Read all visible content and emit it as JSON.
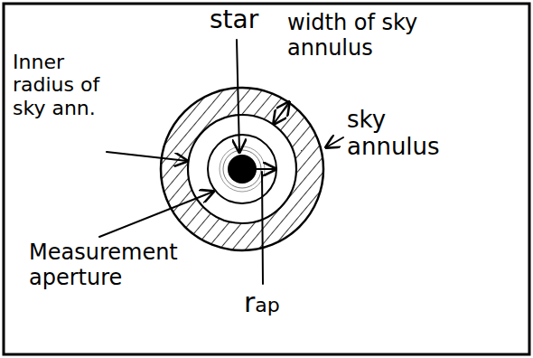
{
  "diagram": {
    "labels": [
      "star",
      "width of sky annulus",
      "Inner radius of sky ann.",
      "sky annulus",
      "Measurement aperture",
      "rap"
    ]
  }
}
